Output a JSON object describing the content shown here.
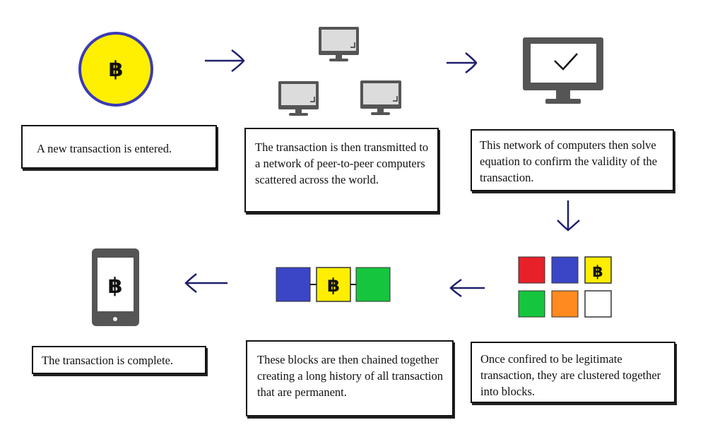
{
  "colors": {
    "arrow": "#1f1f6e",
    "coin_fill": "#ffef00",
    "coin_ring": "#3b3bb5",
    "monitor": "#555555",
    "screen": "#dcdcdc",
    "block_red": "#e8202a",
    "block_blue": "#3b46c7",
    "block_yellow": "#ffee00",
    "block_green": "#16c53e",
    "block_orange": "#ff8a1f",
    "block_white": "#ffffff"
  },
  "icons": {
    "coin": "bitcoin-coin-icon",
    "network": "computer-network-icon",
    "verify": "monitor-checkmark-icon",
    "blocks": "block-grid-icon",
    "chain": "block-chain-icon",
    "phone": "smartphone-bitcoin-icon",
    "bitcoin_symbol": "฿"
  },
  "steps": [
    {
      "text": "A new transaction is entered."
    },
    {
      "text": "The transaction is then transmitted to a network of peer-to-peer computers scattered across the world."
    },
    {
      "text": "This network of computers then solve equation to confirm the validity of the transaction."
    },
    {
      "text": "Once confired to be legitimate transaction, they are clustered together into blocks."
    },
    {
      "text": "These blocks are then chained together creating a long history of all transaction that are permanent."
    },
    {
      "text": "The transaction is complete."
    }
  ]
}
